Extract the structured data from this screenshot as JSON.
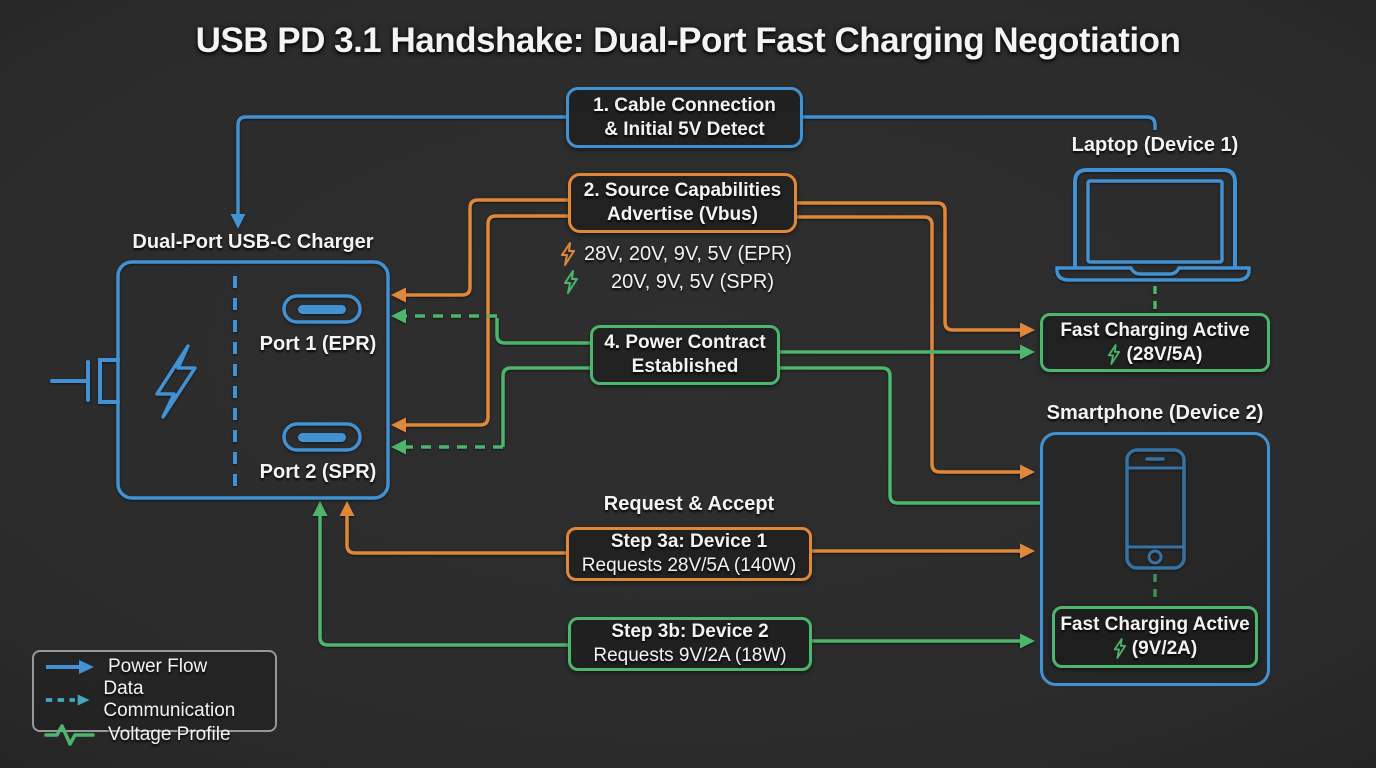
{
  "title": "USB PD 3.1 Handshake: Dual-Port Fast Charging Negotiation",
  "colors": {
    "line_blue": "#4191d3",
    "line_orange": "#e0883a",
    "line_green": "#4cb56e",
    "legend_dash_teal": "#44a9bd",
    "legend_border_gray": "#96999c",
    "background": "#2b2b2b",
    "text": "#f4f4f4"
  },
  "steps": {
    "step1": {
      "line1": "1. Cable Connection",
      "line2": "& Initial 5V Detect"
    },
    "step2": {
      "line1": "2. Source Capabilities",
      "line2": "Advertise (Vbus)"
    },
    "capabilities": [
      {
        "icon": "bolt-orange-icon",
        "text": "28V, 20V, 9V, 5V (EPR)"
      },
      {
        "icon": "bolt-green-icon",
        "text": "20V, 9V, 5V (SPR)"
      }
    ],
    "step4": {
      "line1": "4. Power Contract",
      "line2": "Established"
    },
    "request_accept_label": "Request & Accept",
    "step3a": {
      "line1": "Step 3a: Device 1",
      "line2": "Requests 28V/5A (140W)"
    },
    "step3b": {
      "line1": "Step 3b: Device 2",
      "line2": "Requests 9V/2A (18W)"
    }
  },
  "charger": {
    "label": "Dual-Port USB-C Charger",
    "port1_label": "Port 1 (EPR)",
    "port2_label": "Port 2 (SPR)"
  },
  "devices": {
    "laptop": {
      "label": "Laptop (Device 1)",
      "status_line1": "Fast Charging Active",
      "status_line2": "(28V/5A)"
    },
    "smartphone": {
      "label": "Smartphone (Device 2)",
      "status_line1": "Fast Charging Active",
      "status_line2": "(9V/2A)"
    }
  },
  "legend": {
    "items": [
      {
        "icon": "power-flow-arrow-icon",
        "label": "Power Flow"
      },
      {
        "icon": "data-communication-dashed-arrow-icon",
        "label": "Data Communication"
      },
      {
        "icon": "voltage-profile-pulse-icon",
        "label": "Voltage Profile"
      }
    ]
  }
}
